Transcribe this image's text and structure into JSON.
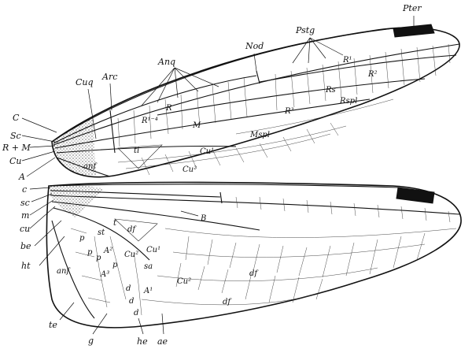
{
  "figure": {
    "colors": {
      "ink": "#111111",
      "paper": "#ffffff",
      "stigma": "#111111"
    },
    "forewing_labels": {
      "pter": "Pter",
      "pstg": "Pstg",
      "nod": "Nod",
      "anq": "Anq",
      "cuq": "Cuq",
      "arc": "Arc",
      "c": "C",
      "sc": "Sc",
      "rm": "R + M",
      "cu": "Cu",
      "a": "A",
      "r1": "R¹",
      "r2": "R²",
      "r3": "R³",
      "r14": "R¹⁻⁴",
      "r": "R",
      "m": "M",
      "rs": "Rs",
      "rspl": "Rspl",
      "mspl": "Mspl",
      "ti": "ti",
      "cu1": "Cu¹",
      "cu2": "Cu²",
      "anf": "anf"
    },
    "hindwing_labels": {
      "c": "c",
      "sc": "sc",
      "m": "m",
      "cu": "cu",
      "be": "be",
      "ht": "ht",
      "anf": "anf",
      "te": "te",
      "g": "g",
      "he": "he",
      "ae": "ae",
      "t": "t",
      "df1": "df",
      "st": "st",
      "b": "B",
      "p1": "p",
      "p2": "p",
      "p3": "p",
      "p4": "p",
      "a2": "A²",
      "a3": "A³",
      "cu1": "Cu¹",
      "cu2a": "Cu²",
      "cu2b": "Cu²",
      "sa": "sa",
      "a1": "A¹",
      "d1": "d",
      "d2": "d",
      "d3": "d",
      "df2": "df",
      "df3": "df"
    }
  }
}
